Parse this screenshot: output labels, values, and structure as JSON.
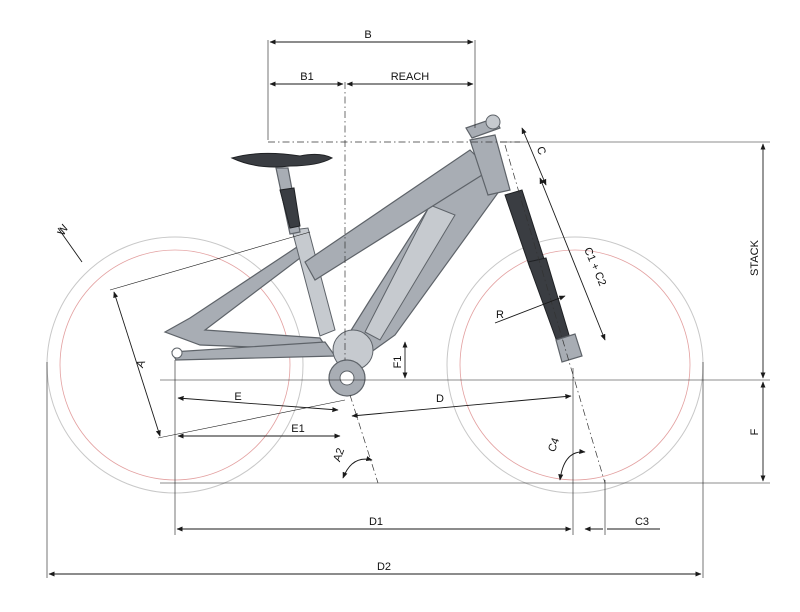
{
  "labels": {
    "B": "B",
    "B1": "B1",
    "REACH": "REACH",
    "C": "C",
    "C1C2": "C1 + C2",
    "STACK": "STACK",
    "W": "W",
    "A": "A",
    "R": "R",
    "F1": "F1",
    "E": "E",
    "E1": "E1",
    "D": "D",
    "A2": "A2",
    "C4": "C4",
    "F": "F",
    "D1": "D1",
    "C3": "C3",
    "D2": "D2"
  },
  "colors": {
    "dimension": "#1a1a1a",
    "frame": "#a8adb4",
    "wheel_inner": "#e3a0a0",
    "wheel_outer": "#c8c8c8"
  }
}
